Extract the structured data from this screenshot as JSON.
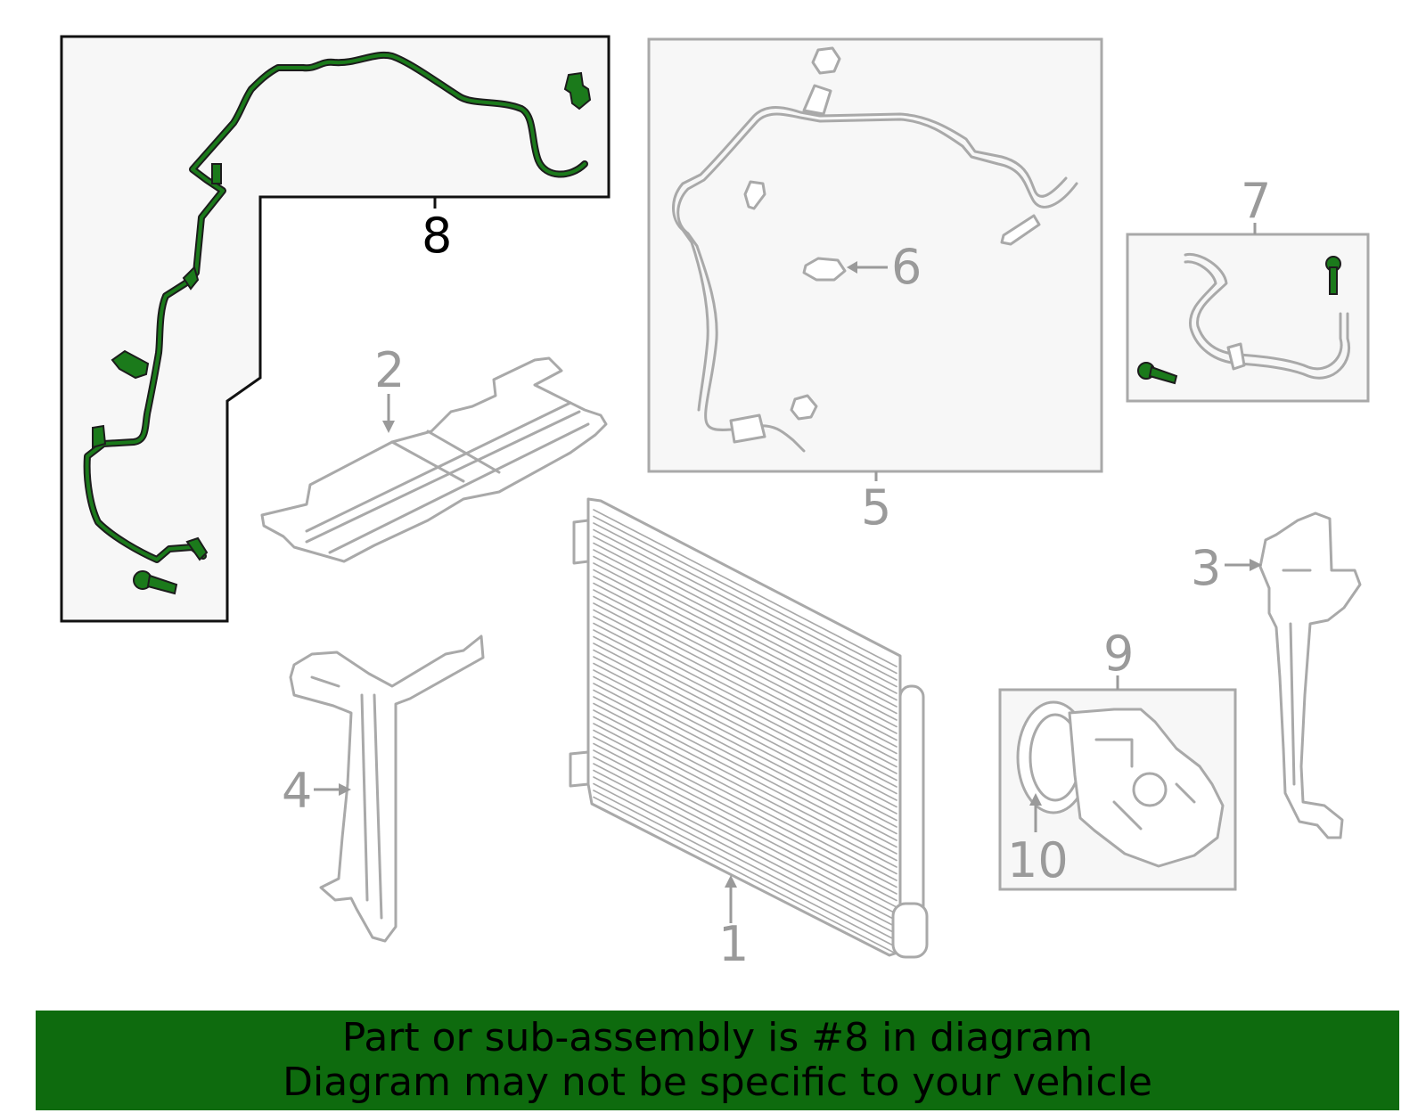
{
  "diagram": {
    "callouts": [
      {
        "id": "1",
        "label": "1",
        "highlighted": false
      },
      {
        "id": "2",
        "label": "2",
        "highlighted": false
      },
      {
        "id": "3",
        "label": "3",
        "highlighted": false
      },
      {
        "id": "4",
        "label": "4",
        "highlighted": false
      },
      {
        "id": "5",
        "label": "5",
        "highlighted": false
      },
      {
        "id": "6",
        "label": "6",
        "highlighted": false
      },
      {
        "id": "7",
        "label": "7",
        "highlighted": false
      },
      {
        "id": "8",
        "label": "8",
        "highlighted": true
      },
      {
        "id": "9",
        "label": "9",
        "highlighted": false
      },
      {
        "id": "10",
        "label": "10",
        "highlighted": false
      }
    ],
    "highlight_color": "#1b7a1b",
    "outline_color": "#a9a9a9"
  },
  "banner": {
    "line1": "Part or sub-assembly is #8 in diagram",
    "line2": "Diagram may not be specific to your vehicle",
    "background_color": "#0e6b0e"
  }
}
